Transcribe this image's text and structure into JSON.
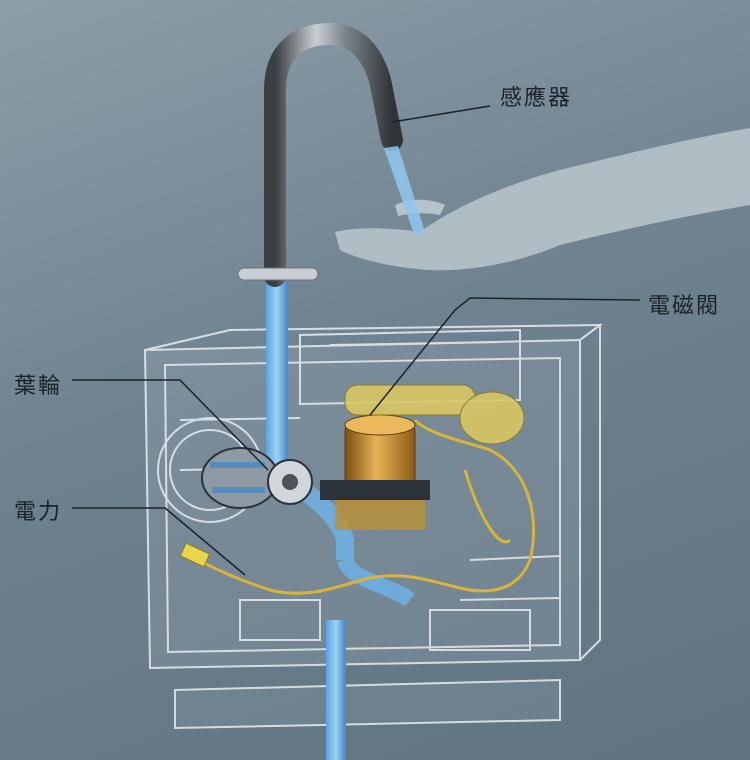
{
  "labels": {
    "sensor": "感應器",
    "solenoid_valve": "電磁閥",
    "impeller": "葉輪",
    "power": "電力"
  },
  "colors": {
    "background": "#6f8290",
    "water": "#3f88c8",
    "brass": "#c9902c",
    "wire": "#d8b43a",
    "housing_outline": "#e8eef2"
  },
  "icons": [
    "faucet-icon",
    "hand-icon"
  ]
}
